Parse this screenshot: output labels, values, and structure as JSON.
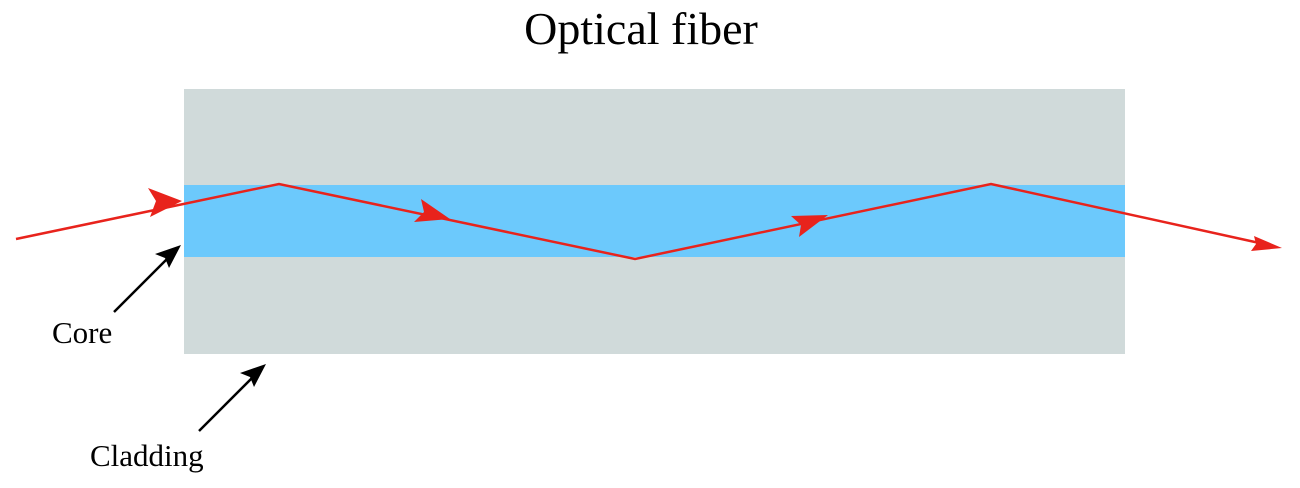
{
  "title": "Optical fiber",
  "labels": {
    "core": "Core",
    "cladding": "Cladding"
  },
  "colors": {
    "cladding": "#d0dada",
    "core": "#6cc9fc",
    "light_ray": "#e8231c",
    "pointer_arrow": "#000000",
    "text": "#000000"
  }
}
